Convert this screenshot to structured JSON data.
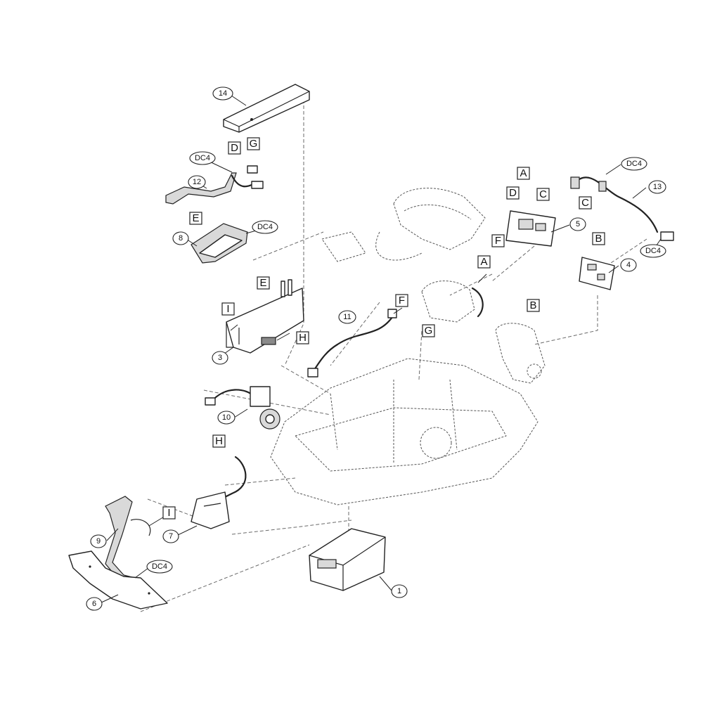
{
  "callouts": {
    "c1": "1",
    "c3": "3",
    "c4": "4",
    "c5": "5",
    "c6": "6",
    "c7": "7",
    "c8": "8",
    "c9": "9",
    "c10": "10",
    "c11": "11",
    "c12": "12",
    "c13": "13",
    "c14": "14",
    "dc4_a": "DC4",
    "dc4_b": "DC4",
    "dc4_c": "DC4",
    "dc4_d": "DC4",
    "dc4_e": "DC4"
  },
  "connectors": {
    "D_top": "D",
    "G_top": "G",
    "E_top": "E",
    "E_mid": "E",
    "I_mid": "I",
    "H_mid": "H",
    "A_board": "A",
    "D_board": "D",
    "C_board": "C",
    "F_board": "F",
    "C_harness": "C",
    "B_board": "B",
    "A_motor": "A",
    "F_wire": "F",
    "B_motor": "B",
    "G_chassis": "G",
    "H_lower": "H",
    "I_lower": "I"
  }
}
